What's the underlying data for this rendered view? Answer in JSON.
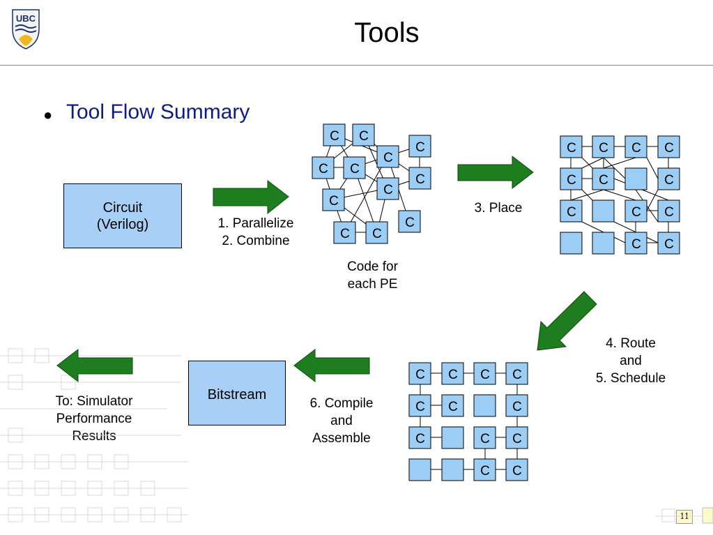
{
  "slide": {
    "title": "Tools",
    "bullet": "Tool Flow Summary",
    "page_number": "11"
  },
  "logo": {
    "text": "UBC"
  },
  "boxes": {
    "circuit": "Circuit\n(Verilog)",
    "bitstream": "Bitstream"
  },
  "labels": {
    "step1": "1. Parallelize\n2. Combine",
    "code": "Code for\neach PE",
    "step3": "3. Place",
    "step45": "4. Route\nand\n5. Schedule",
    "step6": "6. Compile\nand\nAssemble",
    "output": "To: Simulator\nPerformance\nResults"
  },
  "node_label": "C",
  "colors": {
    "node_fill": "#9ccdf4",
    "box_fill": "#a8d0f6",
    "arrow_green": "#1e7d1e",
    "bullet_blue": "#0b1b8a"
  }
}
